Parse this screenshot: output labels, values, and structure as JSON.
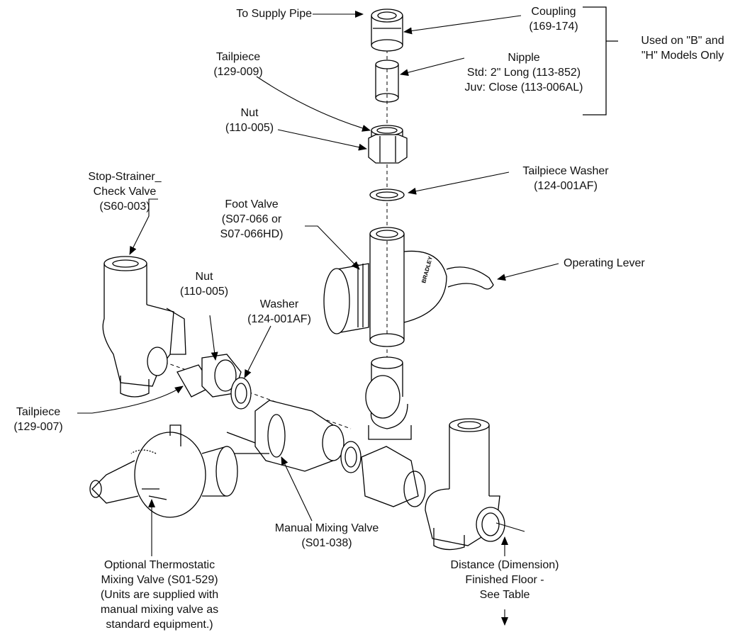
{
  "labels": {
    "to_supply_pipe": "To Supply Pipe",
    "coupling": [
      "Coupling",
      "(169-174)"
    ],
    "used_on": [
      "Used on \"B\" and",
      "\"H\" Models Only"
    ],
    "tailpiece_top": [
      "Tailpiece",
      "(129-009)"
    ],
    "nipple": [
      "Nipple",
      "Std: 2\" Long (113-852)",
      "Juv: Close (113-006AL)"
    ],
    "nut_top": [
      "Nut",
      "(110-005)"
    ],
    "tailpiece_washer": [
      "Tailpiece Washer",
      "(124-001AF)"
    ],
    "stop_strainer": [
      "Stop-Strainer_",
      "Check Valve",
      "(S60-003)"
    ],
    "foot_valve": [
      "Foot Valve",
      "(S07-066 or",
      "S07-066HD)"
    ],
    "operating_lever": "Operating Lever",
    "nut_left": [
      "Nut",
      "(110-005)"
    ],
    "washer": [
      "Washer",
      "(124-001AF)"
    ],
    "tailpiece_left": [
      "Tailpiece",
      "(129-007)"
    ],
    "manual_mixing": [
      "Manual Mixing Valve",
      "(S01-038)"
    ],
    "thermostatic": [
      "Optional Thermostatic",
      "Mixing Valve (S01-529)",
      "(Units are supplied with",
      "manual mixing valve as",
      "standard equipment.)"
    ],
    "distance": [
      "Distance (Dimension)",
      "Finished Floor -",
      "See Table"
    ]
  },
  "brand_mark": "BRADLEY"
}
